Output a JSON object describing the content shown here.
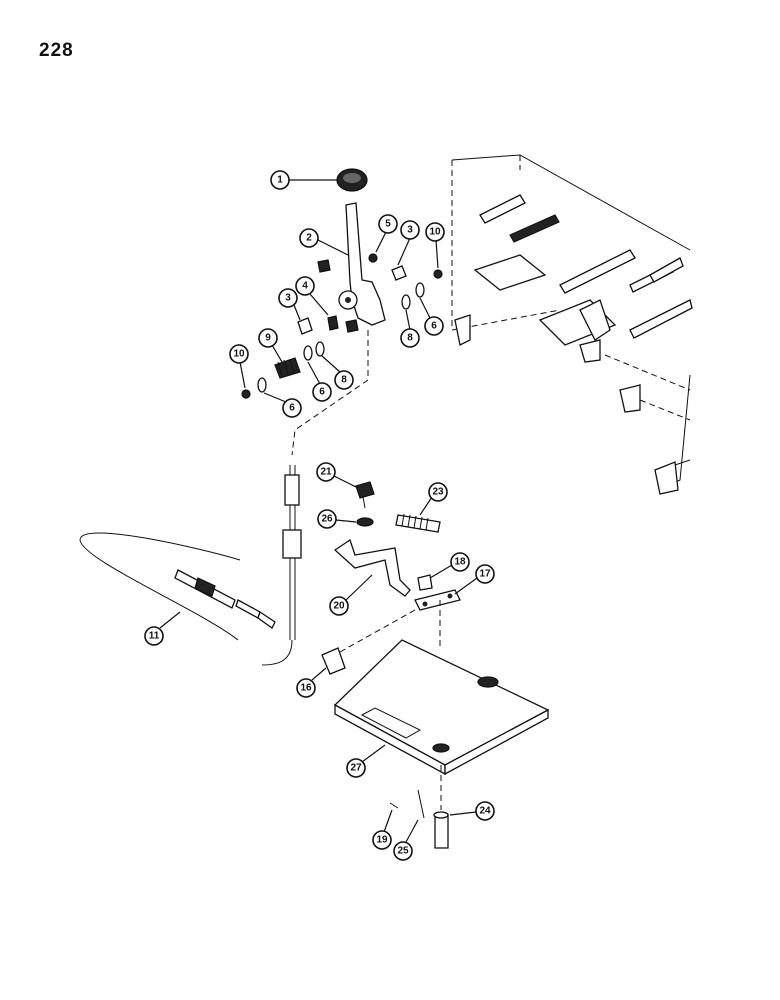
{
  "page_number": "228",
  "callouts": [
    {
      "id": "c1",
      "label": "1"
    },
    {
      "id": "c2",
      "label": "2"
    },
    {
      "id": "c3a",
      "label": "3"
    },
    {
      "id": "c3b",
      "label": "3"
    },
    {
      "id": "c4",
      "label": "4"
    },
    {
      "id": "c5",
      "label": "5"
    },
    {
      "id": "c6a",
      "label": "6"
    },
    {
      "id": "c6b",
      "label": "6"
    },
    {
      "id": "c6c",
      "label": "6"
    },
    {
      "id": "c8a",
      "label": "8"
    },
    {
      "id": "c8b",
      "label": "8"
    },
    {
      "id": "c9",
      "label": "9"
    },
    {
      "id": "c10a",
      "label": "10"
    },
    {
      "id": "c10b",
      "label": "10"
    },
    {
      "id": "c11",
      "label": "11"
    },
    {
      "id": "c16",
      "label": "16"
    },
    {
      "id": "c17",
      "label": "17"
    },
    {
      "id": "c18",
      "label": "18"
    },
    {
      "id": "c19",
      "label": "19"
    },
    {
      "id": "c20",
      "label": "20"
    },
    {
      "id": "c21",
      "label": "21"
    },
    {
      "id": "c23",
      "label": "23"
    },
    {
      "id": "c24",
      "label": "24"
    },
    {
      "id": "c25",
      "label": "25"
    },
    {
      "id": "c26",
      "label": "26"
    },
    {
      "id": "c27",
      "label": "27"
    }
  ]
}
